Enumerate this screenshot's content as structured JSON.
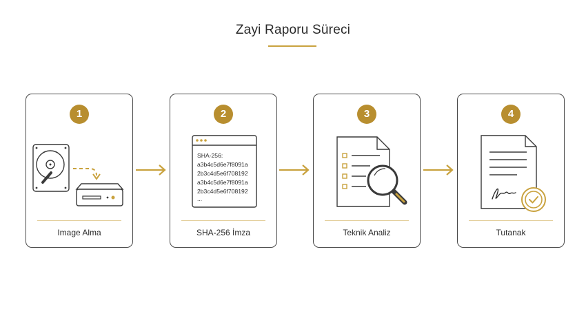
{
  "title": "Zayi Raporu Süreci",
  "colors": {
    "accent": "#c9a23e",
    "badge": "#b88e2f",
    "stroke": "#3a3a3a"
  },
  "steps": [
    {
      "number": "1",
      "label": "Image Alma",
      "icon": "hard-drive-to-external-disk-icon"
    },
    {
      "number": "2",
      "label": "SHA-256 İmza",
      "icon": "hash-window-icon",
      "hash_lines": [
        "SHA-256:",
        "a3b4c5d6e7f8091a",
        "2b3c4d5e6f708192",
        "a3b4c5d6e7f8091a",
        "2b3c4d5e6f708192",
        "..."
      ]
    },
    {
      "number": "3",
      "label": "Teknik Analiz",
      "icon": "document-magnifier-icon"
    },
    {
      "number": "4",
      "label": "Tutanak",
      "icon": "signed-certificate-icon"
    }
  ]
}
